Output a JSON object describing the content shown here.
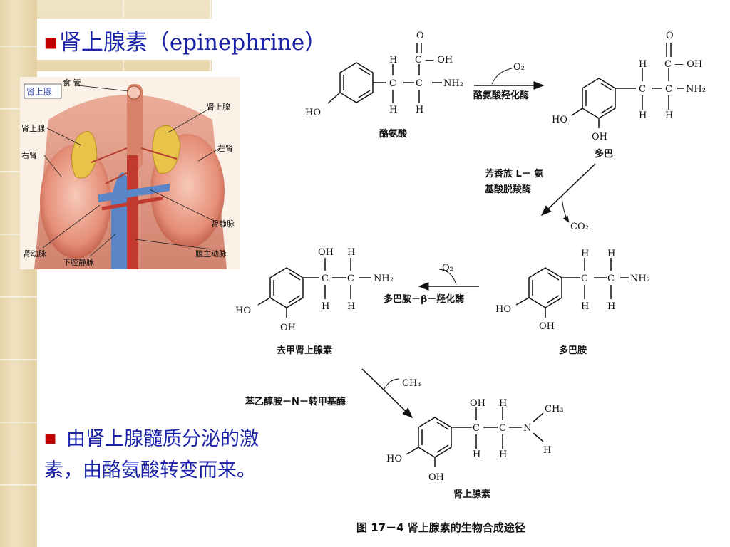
{
  "slide": {
    "title_marker": "■",
    "title": "肾上腺素（epinephrine）",
    "bullet_marker": "■",
    "bullet_line1": "由肾上腺髓质分泌的激",
    "bullet_line2": "素，由酪氨酸转变而来。"
  },
  "anatomy": {
    "labels": {
      "adrenal_gland_boxed": "肾上腺",
      "esophagus": "食 管",
      "adrenal_gland_right": "肾上腺",
      "adrenal_gland_left": "肾上腺",
      "left_kidney": "左肾",
      "right_kidney": "右肾",
      "renal_vein": "肾静脉",
      "renal_artery": "肾动脉",
      "inferior_vena_cava": "下腔静脉",
      "abdominal_aorta": "腹主动脉"
    }
  },
  "pathway": {
    "atoms": {
      "O": "O",
      "OH": "OH",
      "C": "C",
      "H": "H",
      "NH2": "NH₂",
      "HO": "HO",
      "N": "N",
      "CH3": "CH₃",
      "O2": "O₂",
      "CO2": "CO₂",
      "C_OH": "C — OH"
    },
    "compounds": {
      "tyrosine": "酪氨酸",
      "dopa": "多巴",
      "dopamine": "多巴胺",
      "norepinephrine": "去甲肾上腺素",
      "epinephrine": "肾上腺素"
    },
    "enzymes": {
      "tyrosine_hydroxylase": "酪氨酸羟化酶",
      "aadc_line1": "芳香族 L－ 氨",
      "aadc_line2": "基酸脱羧酶",
      "dbh": "多巴胺－β－羟化酶",
      "pnmt": "苯乙醇胺－N－转甲基酶"
    },
    "caption": "图 17－4    肾上腺素的生物合成途径"
  }
}
